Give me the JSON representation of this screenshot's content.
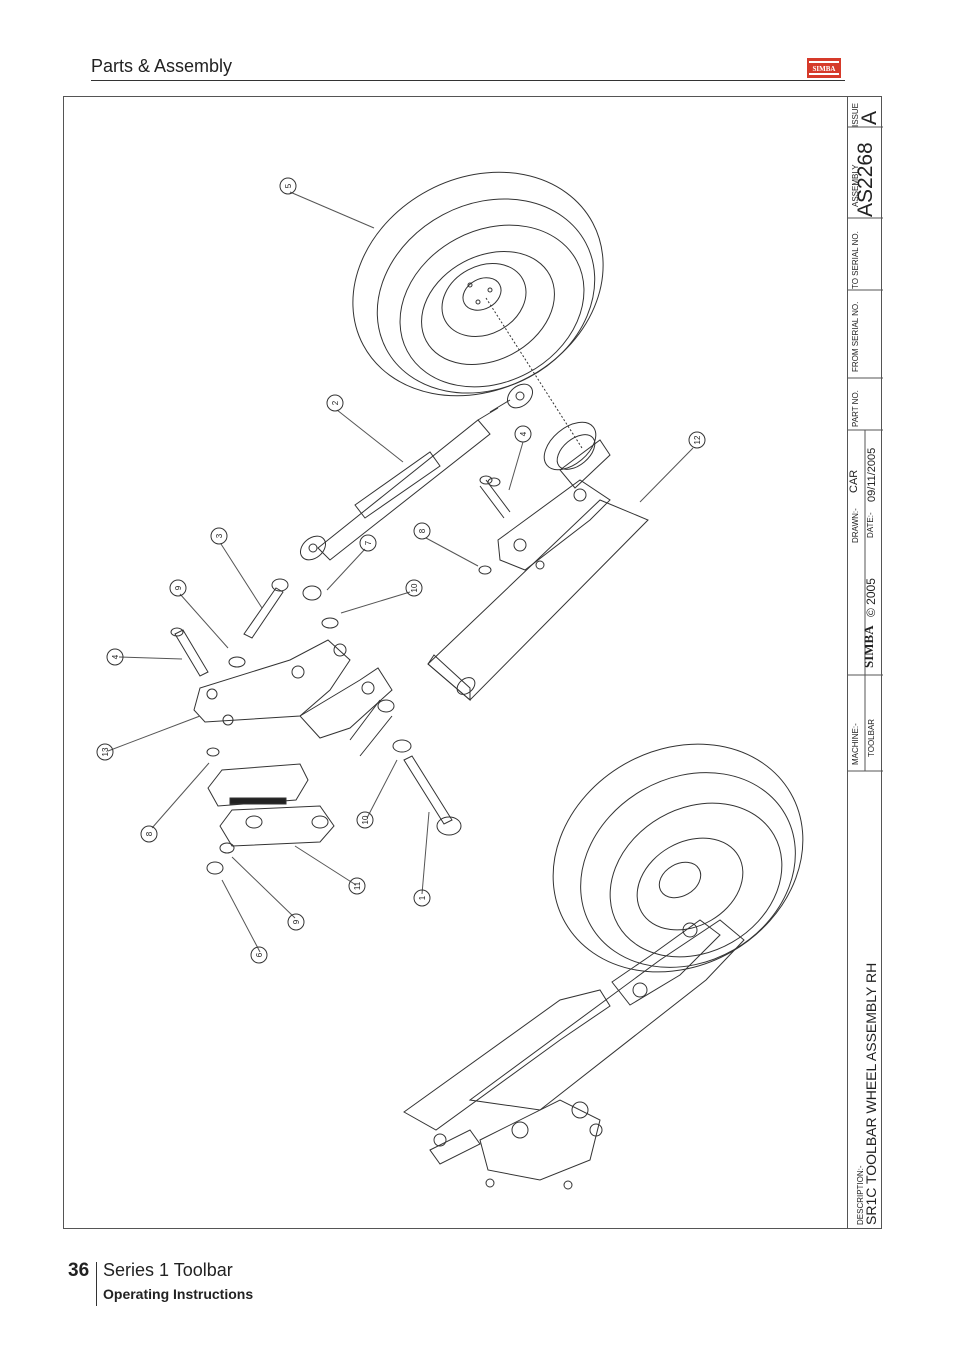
{
  "header": {
    "title": "Parts & Assembly",
    "logo": "SIMBA"
  },
  "title_block": {
    "issue_label": "ISSUE",
    "issue_value": "A",
    "assembly_label": "ASSEMBLY",
    "assembly_value": "AS2268",
    "to_serial_label": "TO SERIAL NO.",
    "from_serial_label": "FROM SERIAL NO.",
    "part_no_label": "PART NO.",
    "drawn_label": "DRAWN:-",
    "drawn_value": "CAR",
    "date_label": "DATE:-",
    "date_value": "09/11/2005",
    "copyright": "© 2005",
    "logo": "SIMBA",
    "machine_label": "MACHINE:-",
    "machine_value": "TOOLBAR",
    "description_label": "DESCRIPTION:-",
    "description_value": "SR1C TOOLBAR WHEEL ASSEMBLY RH"
  },
  "balloons": {
    "b1": "1",
    "b2": "2",
    "b3": "3",
    "b4a": "4",
    "b4b": "4",
    "b5": "5",
    "b6": "6",
    "b7": "7",
    "b8a": "8",
    "b8b": "8",
    "b9a": "9",
    "b9b": "9",
    "b10a": "10",
    "b10b": "10",
    "b11": "11",
    "b12": "12",
    "b13": "13"
  },
  "footer": {
    "page_number": "36",
    "series": "Series 1 Toolbar",
    "subtitle": "Operating Instructions"
  }
}
